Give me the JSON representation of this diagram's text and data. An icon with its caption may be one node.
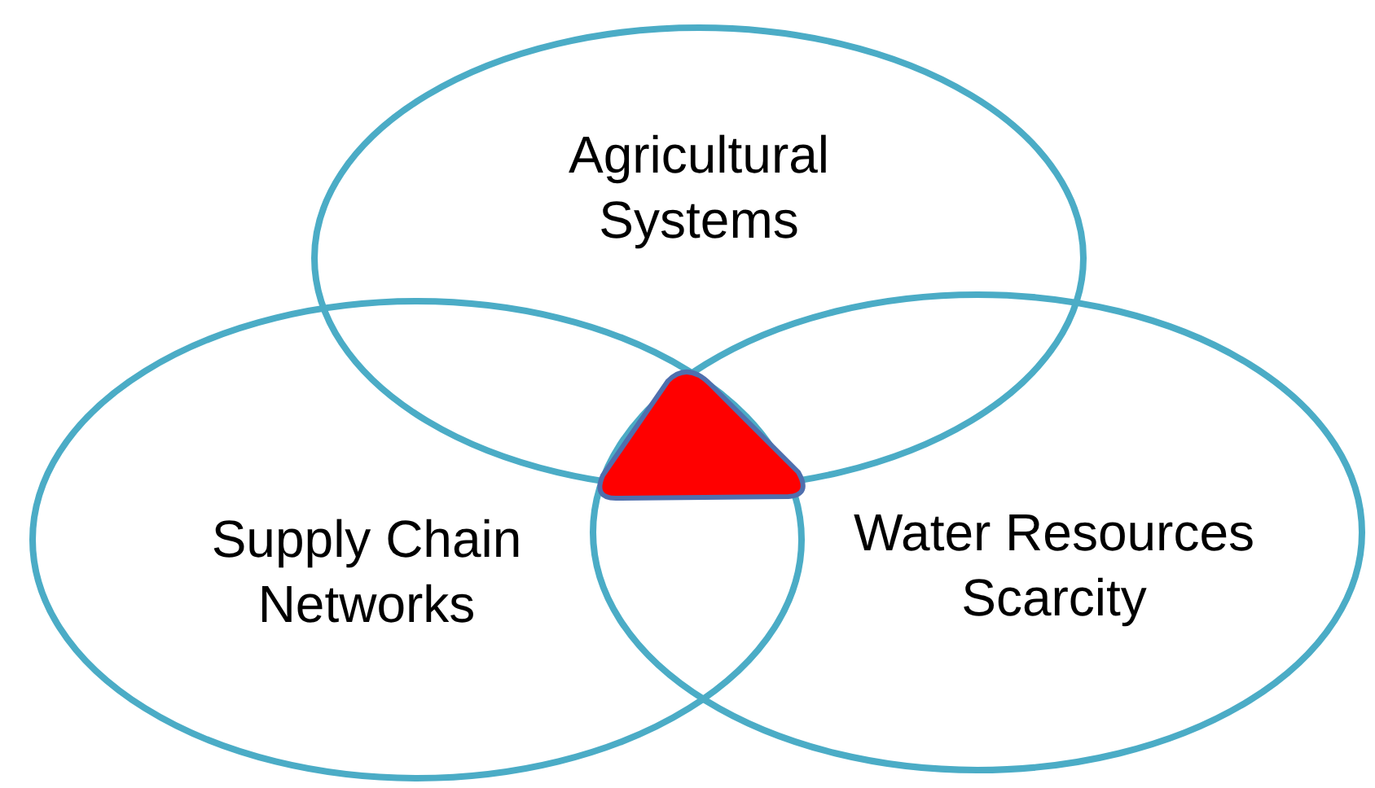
{
  "diagram": {
    "nodes": [
      {
        "text": [
          "Agricultural Systems"
        ]
      },
      {
        "text": [
          "Supply Chain Networks"
        ]
      },
      {
        "text": [
          "Water Resources Scarcity"
        ]
      }
    ]
  }
}
